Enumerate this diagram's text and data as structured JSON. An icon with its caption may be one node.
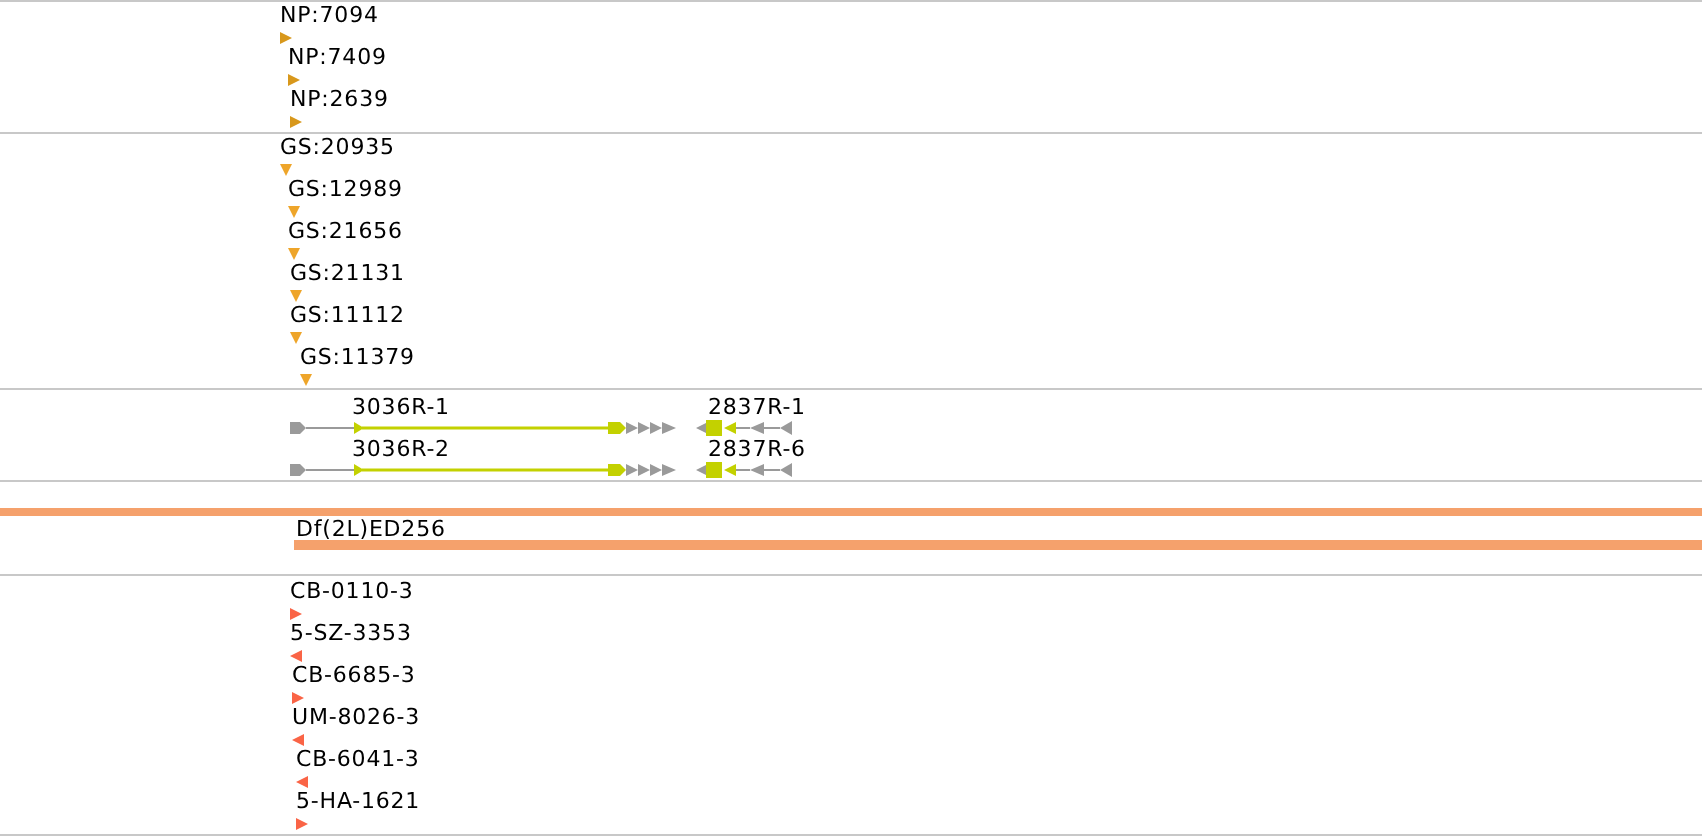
{
  "diagram": {
    "labels": [
      "NP:7094",
      "NP:7409",
      "NP:2639",
      "GS:20935",
      "GS:12989",
      "GS:21656",
      "GS:21131",
      "GS:11112",
      "GS:11379",
      "3036R-1",
      "2837R-1",
      "3036R-2",
      "2837R-6",
      "Df(2L)ED256",
      "CB-0110-3",
      "5-SZ-3353",
      "CB-6685-3",
      "UM-8026-3",
      "CB-6041-3",
      "5-HA-1621"
    ]
  }
}
